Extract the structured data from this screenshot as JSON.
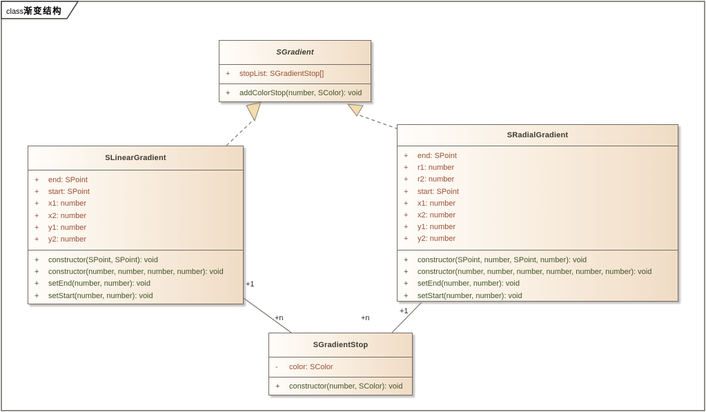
{
  "frame": {
    "keyword": "class",
    "name": "渐变结构"
  },
  "colors": {
    "box_fill_left": "#fffdfa",
    "box_fill_right": "#f0dcc5",
    "box_border": "#6f6b63",
    "attribute_text": "#9b4f35",
    "method_text": "#435426",
    "title_text": "#3e3a31",
    "arrow_fill": "#f3dcae",
    "connector": "#77736b"
  },
  "classes": {
    "sgradient": {
      "name": "SGradient",
      "abstract": true,
      "attributes": [
        {
          "vis": "+",
          "text": "stopList: SGradientStop[]"
        }
      ],
      "methods": [
        {
          "vis": "+",
          "text": "addColorStop(number, SColor): void"
        }
      ]
    },
    "slinear": {
      "name": "SLinearGradient",
      "abstract": false,
      "attributes": [
        {
          "vis": "+",
          "text": "end: SPoint"
        },
        {
          "vis": "+",
          "text": "start: SPoint"
        },
        {
          "vis": "+",
          "text": "x1: number"
        },
        {
          "vis": "+",
          "text": "x2: number"
        },
        {
          "vis": "+",
          "text": "y1: number"
        },
        {
          "vis": "+",
          "text": "y2: number"
        }
      ],
      "methods": [
        {
          "vis": "+",
          "text": "constructor(SPoint, SPoint): void"
        },
        {
          "vis": "+",
          "text": "constructor(number, number, number, number): void"
        },
        {
          "vis": "+",
          "text": "setEnd(number, number): void"
        },
        {
          "vis": "+",
          "text": "setStart(number, number): void"
        }
      ]
    },
    "sradial": {
      "name": "SRadialGradient",
      "abstract": false,
      "attributes": [
        {
          "vis": "+",
          "text": "end: SPoint"
        },
        {
          "vis": "+",
          "text": "r1: number"
        },
        {
          "vis": "+",
          "text": "r2: number"
        },
        {
          "vis": "+",
          "text": "start: SPoint"
        },
        {
          "vis": "+",
          "text": "x1: number"
        },
        {
          "vis": "+",
          "text": "x2: number"
        },
        {
          "vis": "+",
          "text": "y1: number"
        },
        {
          "vis": "+",
          "text": "y2: number"
        }
      ],
      "methods": [
        {
          "vis": "+",
          "text": "constructor(SPoint, number, SPoint, number): void"
        },
        {
          "vis": "+",
          "text": "constructor(number, number, number, number, number, number): void"
        },
        {
          "vis": "+",
          "text": "setEnd(number, number): void"
        },
        {
          "vis": "+",
          "text": "setStart(number, number): void"
        }
      ]
    },
    "sstop": {
      "name": "SGradientStop",
      "abstract": false,
      "attributes": [
        {
          "vis": "-",
          "text": "color: SColor"
        }
      ],
      "methods": [
        {
          "vis": "+",
          "text": "constructor(number, SColor): void"
        }
      ]
    }
  },
  "relations": {
    "linear_stop": {
      "source_mult": "+1",
      "target_mult": "+n"
    },
    "radial_stop": {
      "source_mult": "+1",
      "target_mult": "+n"
    }
  }
}
